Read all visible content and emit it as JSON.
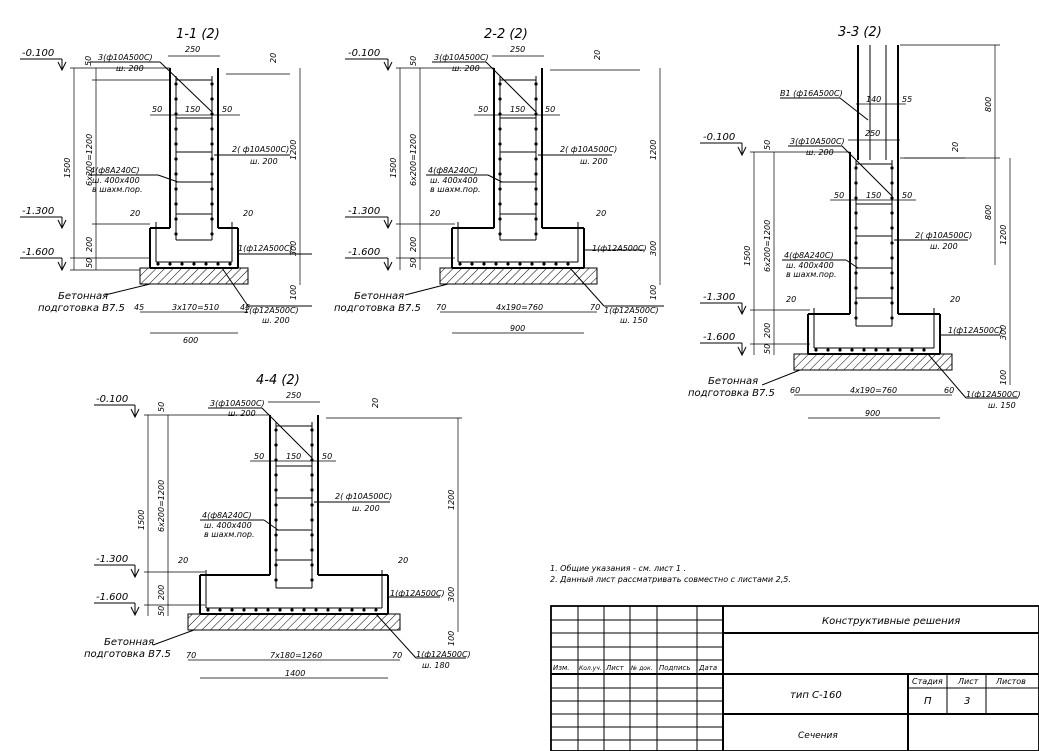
{
  "sections": {
    "s11": {
      "title": "1-1 (2)",
      "lvl_top": "-0.100",
      "lvl_mid": "-1.300",
      "lvl_bot": "-1.600",
      "d_top50": "50",
      "d_1500": "1500",
      "d_6x200": "6x200=1200",
      "d_200": "200",
      "d_bot50": "50",
      "d_250": "250",
      "d_20_top": "20",
      "d_50_l": "50",
      "d_150": "150",
      "d_50_r": "50",
      "d_1200": "1200",
      "d_300": "300",
      "d_100": "100",
      "d_20_l": "20",
      "d_20_r": "20",
      "pos3": "3(ф10А500С)",
      "pos3s": "ш. 200",
      "pos2": "2( ф10А500С)",
      "pos2s": "ш. 200",
      "pos4": "4(ф8А240С)",
      "pos4s": "ш. 400х400",
      "pos4t": "в шахм.пор.",
      "pos1a": "1(ф12А500С)",
      "pos1b": "1(ф12А500С)",
      "pos1bs": "ш. 200",
      "prep1": "Бетонная",
      "prep2": "подготовка В7.5",
      "d_45l": "45",
      "d_span": "3x170=510",
      "d_45r": "45",
      "d_total": "600"
    },
    "s22": {
      "title": "2-2 (2)",
      "lvl_top": "-0.100",
      "lvl_mid": "-1.300",
      "lvl_bot": "-1.600",
      "d_top50": "50",
      "d_1500": "1500",
      "d_6x200": "6x200=1200",
      "d_200": "200",
      "d_bot50": "50",
      "d_250": "250",
      "d_20_top": "20",
      "d_50_l": "50",
      "d_150": "150",
      "d_50_r": "50",
      "d_1200": "1200",
      "d_300": "300",
      "d_100": "100",
      "d_20_l": "20",
      "d_20_r": "20",
      "pos3": "3(ф10А500С)",
      "pos3s": "ш. 200",
      "pos2": "2( ф10А500С)",
      "pos2s": "ш. 200",
      "pos4": "4(ф8А240С)",
      "pos4s": "ш. 400х400",
      "pos4t": "в шахм.пор.",
      "pos1a": "1(ф12А500С)",
      "pos1b": "1(ф12А500С)",
      "pos1bs": "ш. 150",
      "prep1": "Бетонная",
      "prep2": "подготовка В7.5",
      "d_45l": "70",
      "d_span": "4x190=760",
      "d_45r": "70",
      "d_total": "900"
    },
    "s33": {
      "title": "3-3 (2)",
      "lvl_top": "-0.100",
      "lvl_mid": "-1.300",
      "lvl_bot": "-1.600",
      "d_top50": "50",
      "d_1500": "1500",
      "d_6x200": "6x200=1200",
      "d_200": "200",
      "d_bot50": "50",
      "d_250": "250",
      "d_20_top": "20",
      "d_50_l": "50",
      "d_150": "150",
      "d_50_r": "50",
      "d_1200": "1200",
      "d_300": "300",
      "d_100": "100",
      "d_20_l": "20",
      "d_20_r": "20",
      "pos3": "3(ф10А500С)",
      "pos3s": "ш. 200",
      "pos2": "2( ф10А500С)",
      "pos2s": "ш. 200",
      "pos4": "4(ф8А240С)",
      "pos4s": "ш. 400х400",
      "pos4t": "в шахм.пор.",
      "pos1a": "1(ф12А500С)",
      "pos1b": "1(ф12А500С)",
      "pos1bs": "ш. 150",
      "prep1": "Бетонная",
      "prep2": "подготовка В7.5",
      "d_45l": "60",
      "d_span": "4x190=760",
      "d_45r": "60",
      "d_total": "900",
      "b1": "В1 (ф16А500С)",
      "d_140": "140",
      "d_55": "55",
      "d_800a": "800",
      "d_800b": "800"
    },
    "s44": {
      "title": "4-4 (2)",
      "lvl_top": "-0.100",
      "lvl_mid": "-1.300",
      "lvl_bot": "-1.600",
      "d_top50": "50",
      "d_1500": "1500",
      "d_6x200": "6x200=1200",
      "d_200": "200",
      "d_bot50": "50",
      "d_250": "250",
      "d_20_top": "20",
      "d_50_l": "50",
      "d_150": "150",
      "d_50_r": "50",
      "d_1200": "1200",
      "d_300": "300",
      "d_100": "100",
      "d_20_l": "20",
      "d_20_r": "20",
      "pos3": "3(ф10А500С)",
      "pos3s": "ш. 200",
      "pos2": "2( ф10А500С)",
      "pos2s": "ш. 200",
      "pos4": "4(ф8А240С)",
      "pos4s": "ш. 400х400",
      "pos4t": "в шахм.пор.",
      "pos1a": "1(ф12А500С)",
      "pos1b": "1(ф12А500С)",
      "pos1bs": "ш. 180",
      "prep1": "Бетонная",
      "prep2": "подготовка В7.5",
      "d_45l": "70",
      "d_span": "7x180=1260",
      "d_45r": "70",
      "d_total": "1400"
    }
  },
  "notes": {
    "n1": "1. Общие указания - см. лист 1 .",
    "n2": "2. Данный лист рассматривать совместно с листами 2,5."
  },
  "stamp": {
    "h_izm": "Изм.",
    "h_kol": "Кол.уч.",
    "h_list": "Лист",
    "h_doc": "№ док.",
    "h_sign": "Подпись",
    "h_date": "Дата",
    "project_title": "Конструктивные решения",
    "object": "тип С-160",
    "sheet_title": "Сечения",
    "h_stage": "Стадия",
    "h_sheet": "Лист",
    "h_sheets": "Листов",
    "stage": "П",
    "sheet": "3"
  }
}
